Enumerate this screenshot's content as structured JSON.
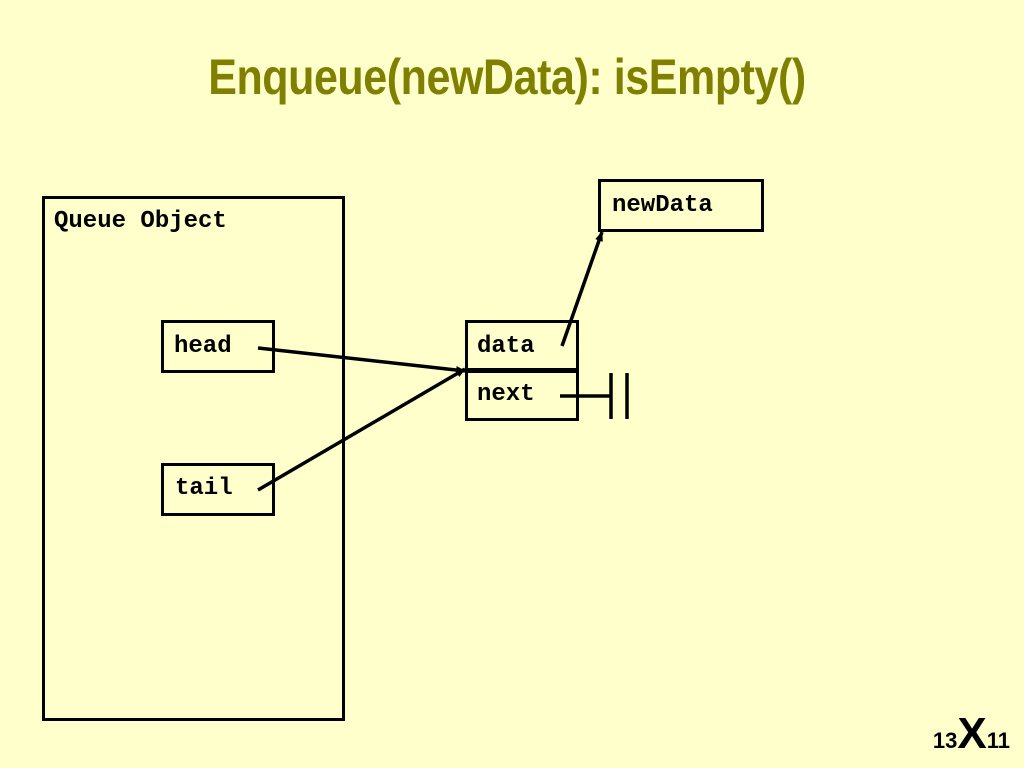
{
  "slide": {
    "title": "Enqueue(newData): isEmpty()"
  },
  "diagram": {
    "queue_object_label": "Queue Object",
    "head_label": "head",
    "tail_label": "tail",
    "data_label": "data",
    "next_label": "next",
    "new_data_label": "newData"
  },
  "brand": {
    "left_number": "13",
    "letter": "X",
    "right_number": "11"
  }
}
